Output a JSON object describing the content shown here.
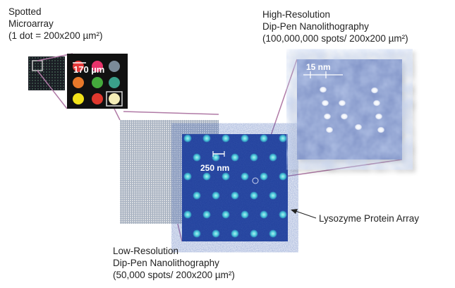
{
  "labels": {
    "spotted": {
      "line1": "Spotted",
      "line2": "Microarray",
      "line3": "(1 dot = 200x200 µm²)"
    },
    "high_res": {
      "line1": "High-Resolution",
      "line2": "Dip-Pen Nanolithography",
      "line3": "(100,000,000 spots/ 200x200 µm²)"
    },
    "low_res": {
      "line1": "Low-Resolution",
      "line2": "Dip-Pen Nanolithography",
      "line3": "(50,000 spots/ 200x200 µm²)"
    },
    "lysozyme": "Lysozyme Protein Array"
  },
  "scale_bars": {
    "microarray": "170 µm",
    "low_res": "250 nm",
    "high_res": "15 nm"
  },
  "colors": {
    "connector": "#b07aa6",
    "dot_colors": [
      "#e53b3b",
      "#e8336a",
      "#7a8a98",
      "#e8782a",
      "#44aa3c",
      "#3aa08a",
      "#f2e21a",
      "#e0382e",
      "#f4edb8"
    ]
  }
}
